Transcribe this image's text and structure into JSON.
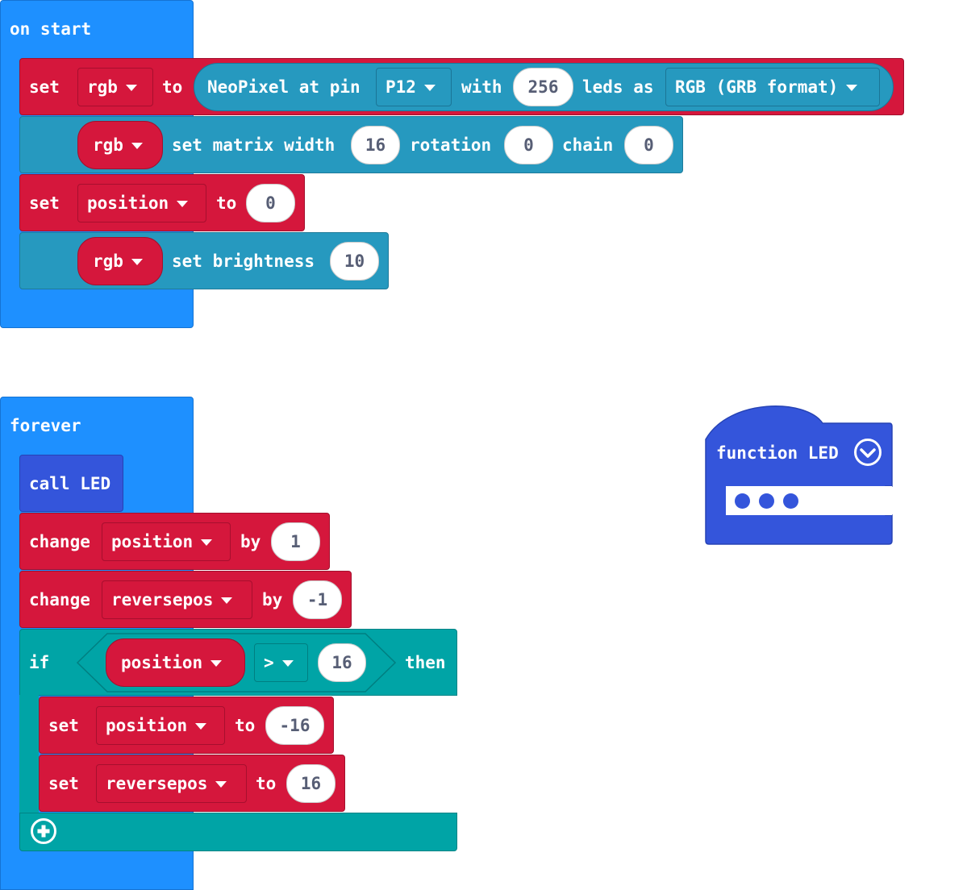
{
  "on_start": {
    "hat_label": "on start",
    "set_rgb": {
      "set_label": "set",
      "var": "rgb",
      "to_label": "to",
      "neopixel": {
        "text": "NeoPixel at pin",
        "pin": "P12",
        "with_label": "with",
        "count": "256",
        "leds_label": "leds as",
        "format": "RGB (GRB format)"
      }
    },
    "matrix": {
      "var": "rgb",
      "label": "set matrix width",
      "width": "16",
      "rotation_label": "rotation",
      "rotation": "0",
      "chain_label": "chain",
      "chain": "0"
    },
    "set_position": {
      "set_label": "set",
      "var": "position",
      "to_label": "to",
      "value": "0"
    },
    "brightness": {
      "var": "rgb",
      "label": "set brightness",
      "value": "10"
    }
  },
  "forever": {
    "hat_label": "forever",
    "call": {
      "label": "call LED"
    },
    "change_position": {
      "label": "change",
      "var": "position",
      "by_label": "by",
      "value": "1"
    },
    "change_reversepos": {
      "label": "change",
      "var": "reversepos",
      "by_label": "by",
      "value": "-1"
    },
    "if_block": {
      "if_label": "if",
      "then_label": "then",
      "condition": {
        "var": "position",
        "op": ">",
        "value": "16"
      },
      "set_position": {
        "set_label": "set",
        "var": "position",
        "to_label": "to",
        "value": "-16"
      },
      "set_reversepos": {
        "set_label": "set",
        "var": "reversepos",
        "to_label": "to",
        "value": "16"
      }
    }
  },
  "function_block": {
    "label": "function LED"
  },
  "colors": {
    "events": "#1e90ff",
    "variables": "#d5173c",
    "neopixel": "#2699bf",
    "logic": "#00a4a6",
    "functions": "#3455db"
  },
  "icons": [
    "dropdown-arrow-icon",
    "collapse-chevron-icon",
    "add-plus-icon",
    "ellipsis-dots-icon"
  ]
}
